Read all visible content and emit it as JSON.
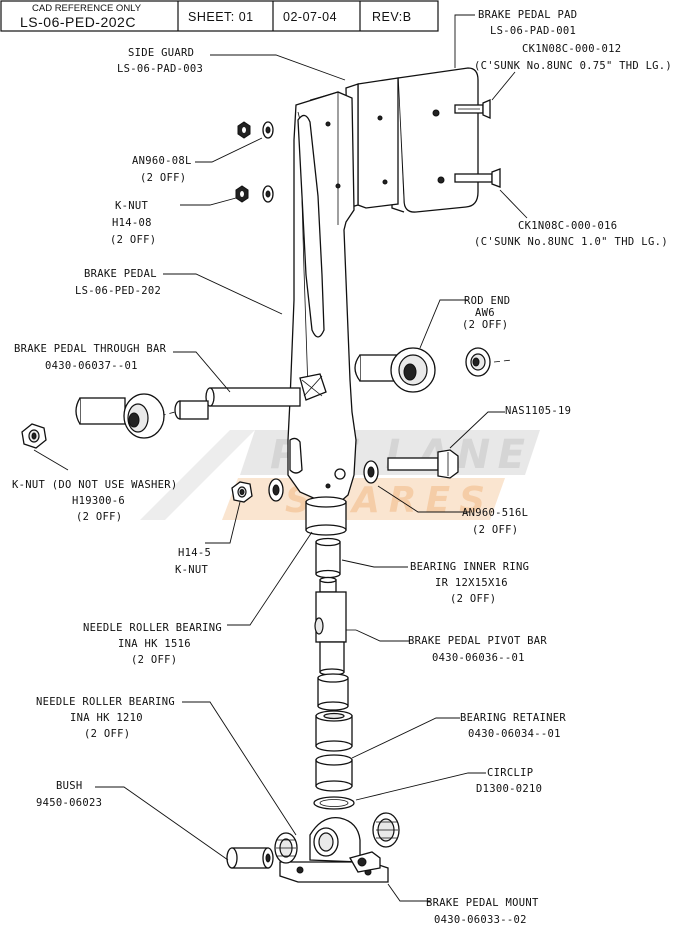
{
  "title_block": {
    "cad_ref_label": "CAD REFERENCE ONLY",
    "drawing_number": "LS-06-PED-202C",
    "sheet": "SHEET: 01",
    "date": "02-07-04",
    "rev": "REV:B"
  },
  "watermark": {
    "line1": "PIT LANE",
    "line2": "SPARES",
    "colors": {
      "grey": "#c8c8c8",
      "orange": "#f2c49a"
    }
  },
  "labels": {
    "brake_pedal_pad": [
      "BRAKE PEDAL PAD",
      "LS-06-PAD-001"
    ],
    "side_guard": [
      "SIDE GUARD",
      "LS-06-PAD-003"
    ],
    "ck1n08c_012": [
      "CK1N08C-000-012",
      "(C'SUNK No.8UNC 0.75\" THD LG.)"
    ],
    "an960_08l": [
      "AN960-08L",
      "(2 OFF)"
    ],
    "k_nut_h14_08": [
      "K-NUT",
      "H14-08",
      "(2 OFF)"
    ],
    "ck1n08c_016": [
      "CK1N08C-000-016",
      "(C'SUNK No.8UNC 1.0\" THD LG.)"
    ],
    "brake_pedal": [
      "BRAKE PEDAL",
      "LS-06-PED-202"
    ],
    "rod_end": [
      "ROD END",
      "AW6",
      "(2 OFF)"
    ],
    "through_bar": [
      "BRAKE PEDAL THROUGH BAR",
      "0430-06037--01"
    ],
    "nas1105": [
      "NAS1105-19"
    ],
    "k_nut_h19300": [
      "K-NUT (DO NOT USE WASHER)",
      "H19300-6",
      "(2 OFF)"
    ],
    "an960_516l": [
      "AN960-516L",
      "(2 OFF)"
    ],
    "h14_5": [
      "H14-5",
      "K-NUT"
    ],
    "bearing_inner_ring": [
      "BEARING INNER RING",
      "IR 12X15X16",
      "(2 OFF)"
    ],
    "needle_1516": [
      "NEEDLE ROLLER BEARING",
      "INA HK 1516",
      "(2 OFF)"
    ],
    "pivot_bar": [
      "BRAKE PEDAL PIVOT BAR",
      "0430-06036--01"
    ],
    "needle_1210": [
      "NEEDLE ROLLER BEARING",
      "INA HK 1210",
      "(2 OFF)"
    ],
    "bearing_retainer": [
      "BEARING RETAINER",
      "0430-06034--01"
    ],
    "bush": [
      "BUSH",
      "9450-06023"
    ],
    "circlip": [
      "CIRCLIP",
      "D1300-0210"
    ],
    "mount": [
      "BRAKE PEDAL MOUNT",
      "0430-06033--02"
    ]
  }
}
